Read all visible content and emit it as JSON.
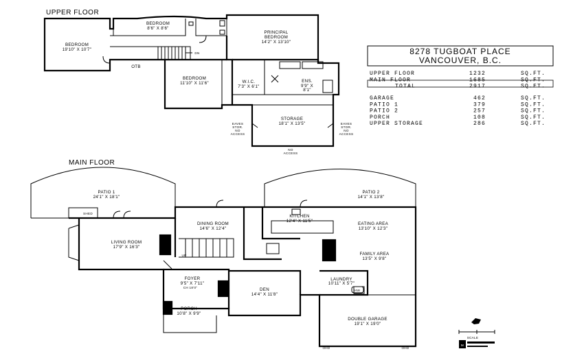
{
  "address": {
    "line1": "8278 TUGBOAT PLACE",
    "line2": "VANCOUVER, B.C."
  },
  "upper_floor_title": "UPPER FLOOR",
  "main_floor_title": "MAIN FLOOR",
  "areas_primary": [
    {
      "name": "UPPER FLOOR",
      "value": "1232",
      "unit": "SQ.FT."
    },
    {
      "name": "MAIN FLOOR",
      "value": "1685",
      "unit": "SQ.FT."
    },
    {
      "name": "TOTAL",
      "value": "2917",
      "unit": "SQ.FT."
    }
  ],
  "areas_secondary": [
    {
      "name": "GARAGE",
      "value": "462",
      "unit": "SQ.FT."
    },
    {
      "name": "PATIO 1",
      "value": "379",
      "unit": "SQ.FT."
    },
    {
      "name": "PATIO 2",
      "value": "257",
      "unit": "SQ.FT."
    },
    {
      "name": "PORCH",
      "value": "108",
      "unit": "SQ.FT."
    },
    {
      "name": "UPPER STORAGE",
      "value": "286",
      "unit": "SQ.FT."
    }
  ],
  "upper_rooms": {
    "bedroom_left": {
      "name": "BEDROOM",
      "dim": "19'10\" X 10'7\""
    },
    "bedroom_top": {
      "name": "BEDROOM",
      "dim": "8'6\" X 8'6\""
    },
    "principal": {
      "name1": "PRINCIPAL",
      "name2": "BEDROOM",
      "dim": "14'2\" X 13'10\""
    },
    "bedroom_mid": {
      "name": "BEDROOM",
      "dim": "11'10\" X 11'6\""
    },
    "wic": {
      "name": "W.I.C.",
      "dim": "7'3\" X 6'1\""
    },
    "ens": {
      "name": "ENS.",
      "dim1": "9'9\" X",
      "dim2": "8'1\""
    },
    "storage": {
      "name": "STORAGE",
      "dim": "18'1\" X 13'5\""
    },
    "otb": "OTB",
    "dn": "DN",
    "eaves_left": [
      "EAVES",
      "STOR.",
      "NO",
      "ACCESS"
    ],
    "eaves_right": [
      "EAVES",
      "STOR.",
      "NO",
      "ACCESS"
    ],
    "no_access": [
      "NO",
      "ACCESS"
    ]
  },
  "main_rooms": {
    "patio1": {
      "name": "PATIO 1",
      "dim": "24'1\" X 18'1\""
    },
    "patio2": {
      "name": "PATIO 2",
      "dim": "14'1\" X 13'8\""
    },
    "shed": "SHED",
    "dining": {
      "name": "DINING ROOM",
      "dim": "14'6\" X 12'4\""
    },
    "kitchen": {
      "name": "KITCHEN",
      "dim": "12'4\" X 11'5\""
    },
    "eating": {
      "name": "EATING AREA",
      "dim": "13'10\" X 12'3\""
    },
    "living": {
      "name": "LIVING ROOM",
      "dim": "17'9\" X 16'3\""
    },
    "family": {
      "name": "FAMILY AREA",
      "dim": "13'5\" X 9'8\""
    },
    "foyer": {
      "name": "FOYER",
      "dim": "9'5\" X 7'11\"",
      "ch": "CH 18'0\""
    },
    "up": "UP",
    "den": {
      "name": "DEN",
      "dim": "14'4\" X 11'8\""
    },
    "laundry": {
      "name": "LAUNDRY",
      "dim": "10'11\" X 5'7\""
    },
    "hw": "HW",
    "porch": {
      "name": "PORCH",
      "dim": "10'8\" X 9'9\""
    },
    "garage": {
      "name": "DOUBLE GARAGE",
      "dim": "19'1\" X 19'0\""
    },
    "ohd_left": "OHD",
    "ohd_right": "OHD"
  },
  "scale_label": "SCALE",
  "icons": [
    "north-arrow-icon",
    "scale-bar",
    "company-logo"
  ]
}
